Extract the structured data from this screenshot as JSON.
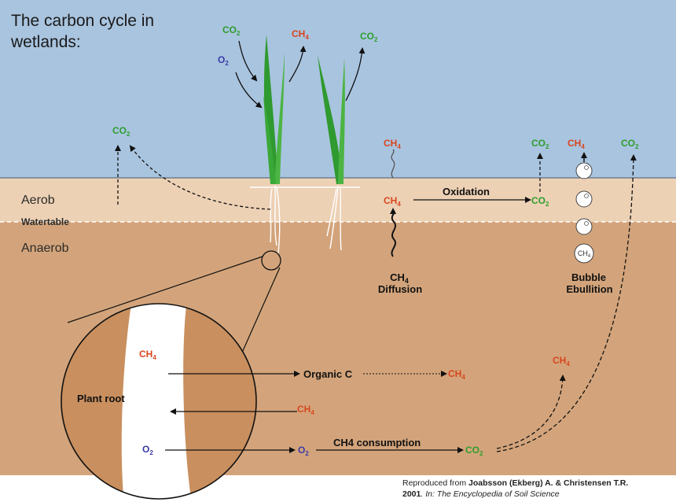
{
  "title": {
    "line1": "The carbon cycle in",
    "line2": "wetlands:"
  },
  "zones": {
    "aerob": "Aerob",
    "watertable": "Watertable",
    "anaerob": "Anaerob"
  },
  "gases": {
    "co2": "CO",
    "ch4": "CH",
    "o2": "O",
    "sub2": "2",
    "sub4": "4"
  },
  "labels": {
    "oxidation": "Oxidation",
    "ch4_label": "CH",
    "diffusion": "Diffusion",
    "bubble": "Bubble",
    "ebullition": "Ebullition",
    "plant_root": "Plant root",
    "organic_c": "Organic C",
    "ch4_consumption": "CH4 consumption"
  },
  "citation": {
    "line1_prefix": "Reproduced from ",
    "line1_authors": "Joabsson (Ekberg) A. & Christensen T.R.",
    "line2_year": "2001",
    "line2_rest": ". In: The Encyclopedia of Soil Science"
  },
  "colors": {
    "sky": "#a9c4df",
    "aerob_soil": "#edd1b5",
    "anaerob_soil": "#d3a47b",
    "co2": "#2e9e2e",
    "ch4": "#d8461e",
    "o2": "#3a3aa8",
    "grass": "#3aa838"
  }
}
